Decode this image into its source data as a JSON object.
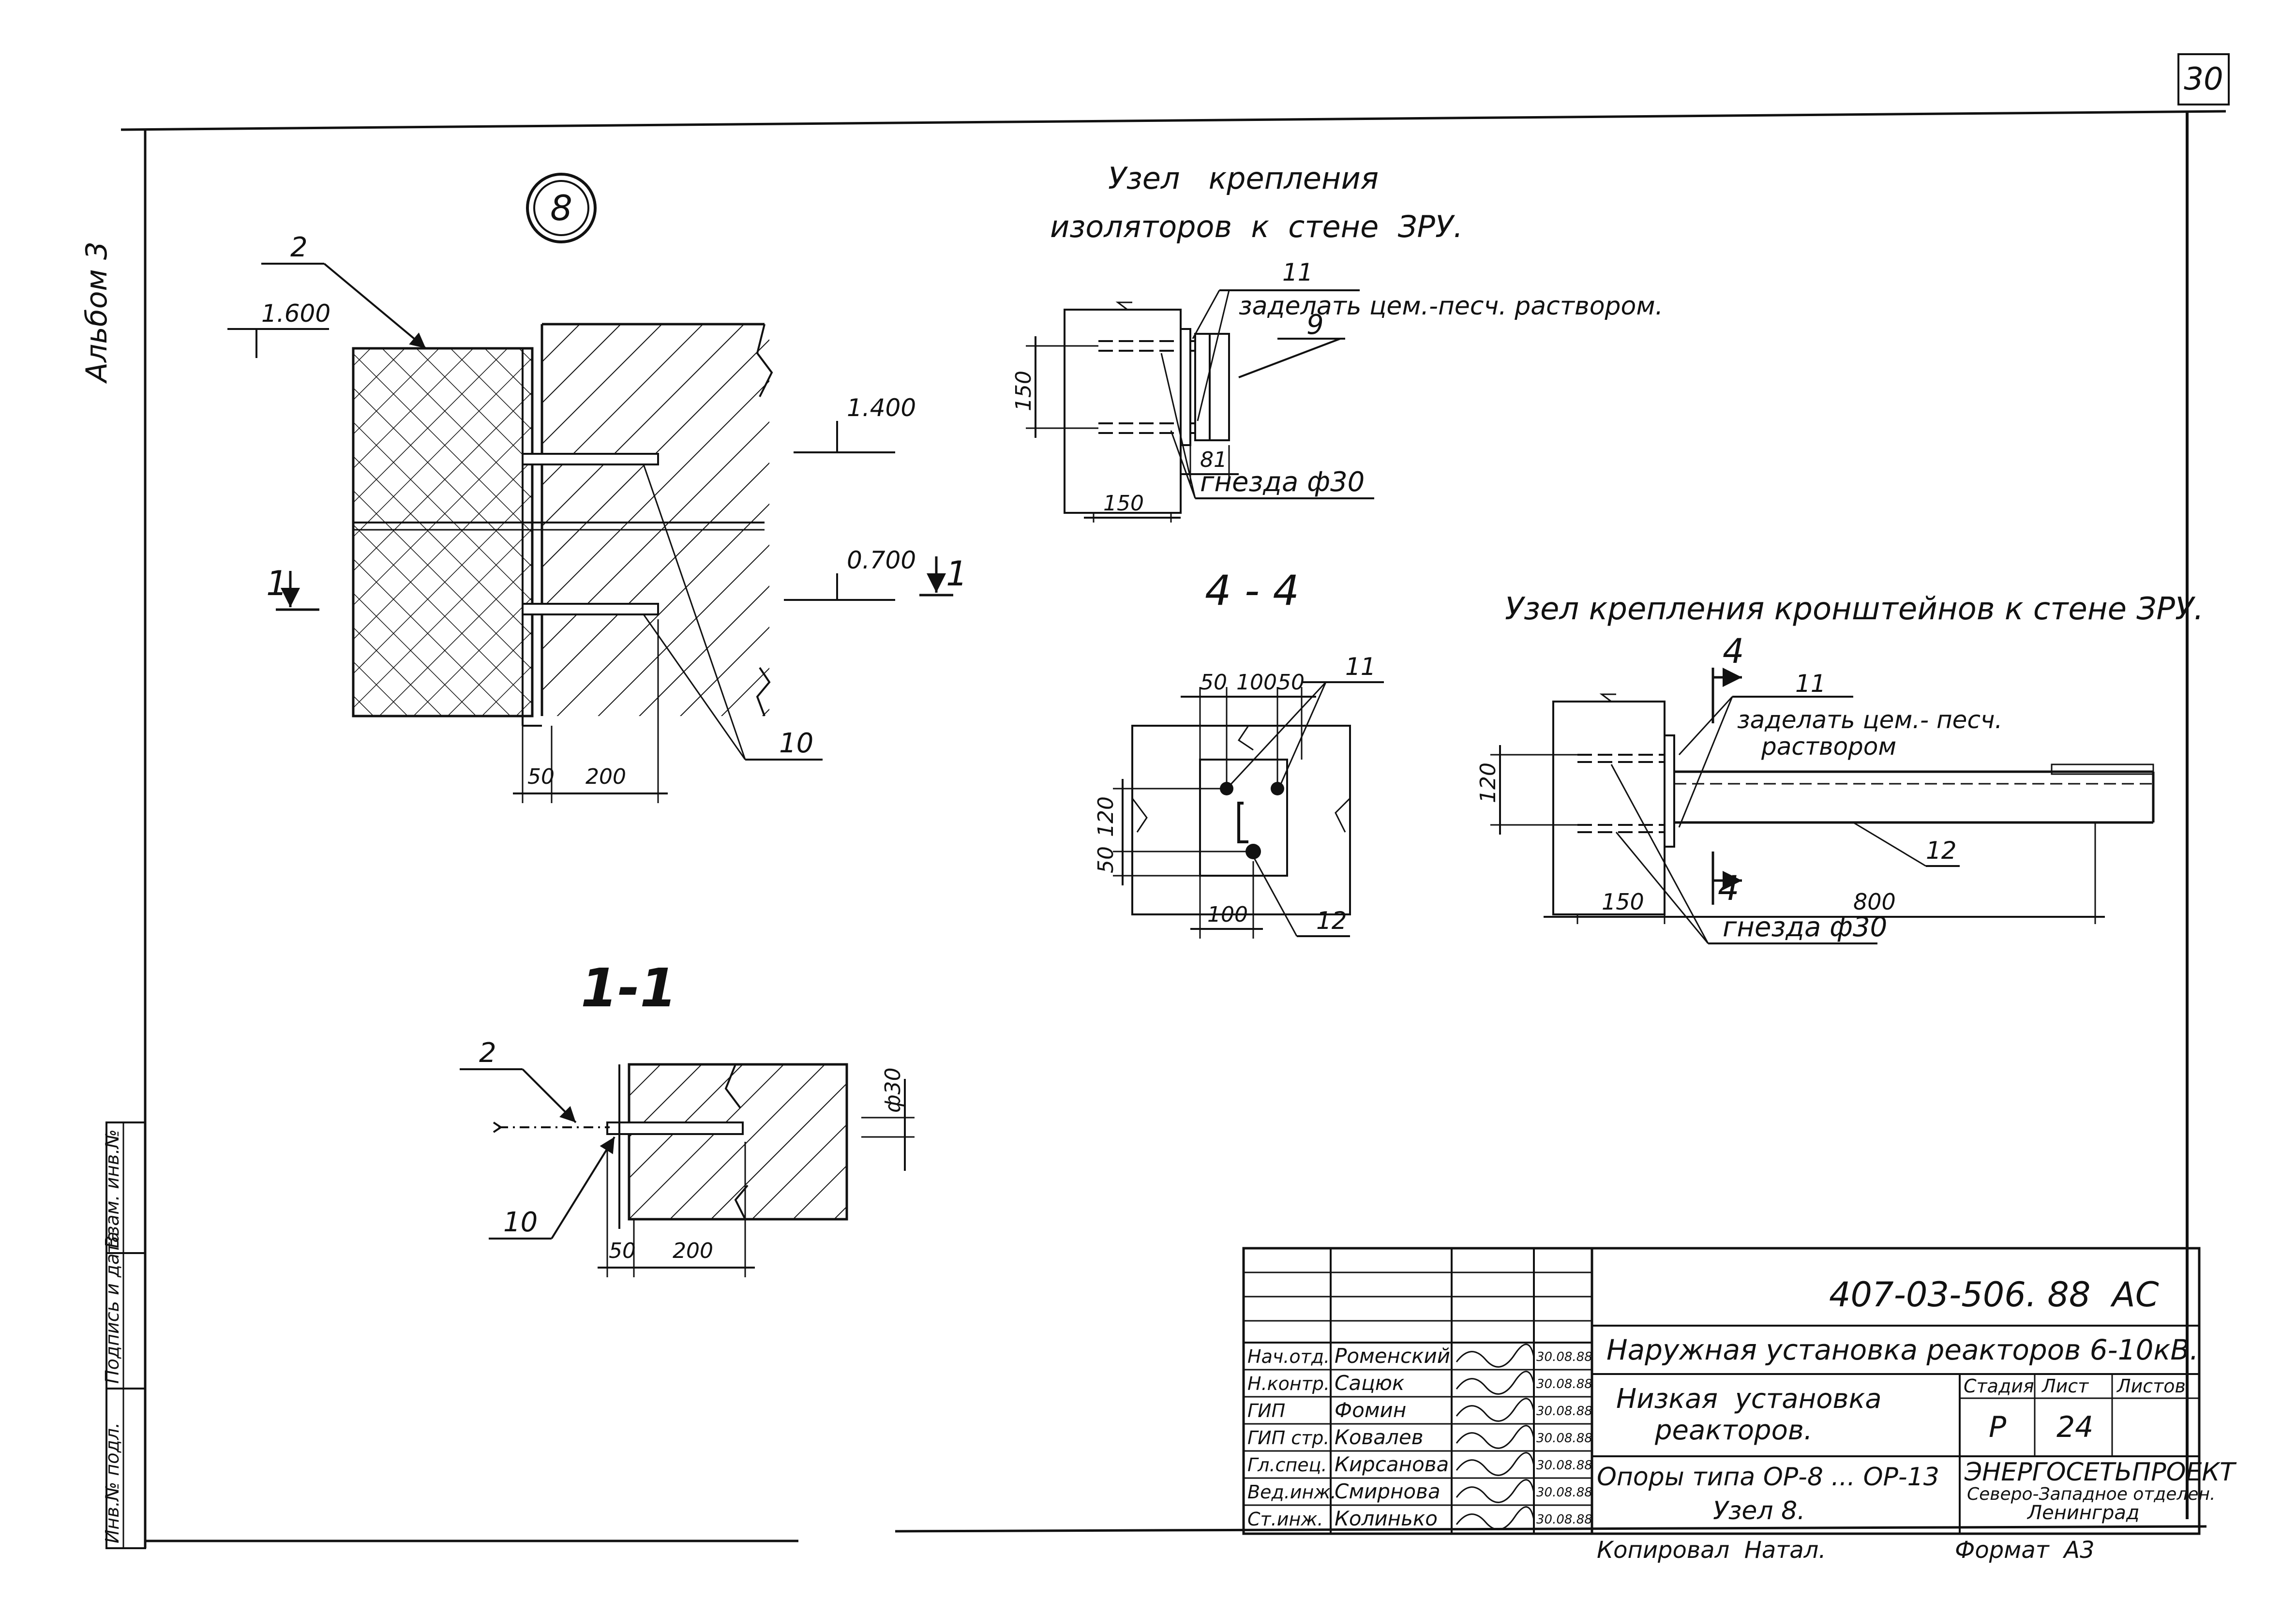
{
  "sheet": {
    "page_number": "30",
    "album_label": "Альбом 3",
    "side_stamp": {
      "inv_orig": "Инв.№ подл.",
      "sign_date": "Подпись и дата",
      "vzam": "Взам. инв.№"
    }
  },
  "node8": {
    "badge": "8",
    "lbl_2": "2",
    "lbl_10": "10",
    "elev_1600": "1.600",
    "elev_1400": "1.400",
    "elev_0700": "0.700",
    "cut_mark": "1",
    "dim_50": "50",
    "dim_200": "200"
  },
  "section_1_1": {
    "title": "1-1",
    "lbl_2": "2",
    "lbl_10": "10",
    "dim_phi30": "ф30",
    "dim_50": "50",
    "dim_200": "200"
  },
  "insulator_node": {
    "title_line1": "Узел   крепления",
    "title_line2": "изоляторов  к  стене  ЗРУ.",
    "lbl_11": "11",
    "note_mortar": "заделать цем.-песч. раствором.",
    "lbl_9": "9",
    "dim_150v": "150",
    "dim_81": "81",
    "dim_150h": "150",
    "sockets": "гнезда ф30"
  },
  "section_4_4": {
    "title": "4 - 4",
    "dim_top": [
      "50",
      "100",
      "50"
    ],
    "dim_120": "120",
    "dim_50": "50",
    "dim_100": "100",
    "lbl_11": "11",
    "lbl_12": "12"
  },
  "bracket_node": {
    "title": "Узел крепления кронштейнов к стене ЗРУ.",
    "cut_mark": "4",
    "lbl_11": "11",
    "note_mortar_1": "заделать цем.- песч.",
    "note_mortar_2": "раствором",
    "dim_120": "120",
    "lbl_12": "12",
    "dim_150": "150",
    "dim_800": "800",
    "sockets": "гнезда ф30"
  },
  "title_block": {
    "doc_code": "407-03-506. 88  АС",
    "project": "Наружная установка реакторов 6-10кВ.",
    "object_line1": "Низкая  установка",
    "object_line2": "реакторов.",
    "sheet_line1": "Опоры типа ОР-8 ... ОР-13",
    "sheet_line2": "Узел 8.",
    "head_stage": "Стадия",
    "head_sheet": "Лист",
    "head_sheets": "Листов",
    "stage": "Р",
    "sheet_no": "24",
    "org_line1": "ЭНЕРГОСЕТЬПРОЕКТ",
    "org_line2": "Северо-Западное отделен.",
    "org_line3": "Ленинград",
    "copied": "Копировал  Натал.",
    "format": "Формат  А3",
    "people": [
      {
        "role": "Нач.отд.",
        "name": "Роменский",
        "date": "30.08.88"
      },
      {
        "role": "Н.контр.",
        "name": "Сацюк",
        "date": "30.08.88"
      },
      {
        "role": "ГИП",
        "name": "Фомин",
        "date": "30.08.88"
      },
      {
        "role": "ГИП стр.",
        "name": "Ковалев",
        "date": "30.08.88"
      },
      {
        "role": "Гл.спец.",
        "name": "Кирсанова",
        "date": "30.08.88"
      },
      {
        "role": "Вед.инж.",
        "name": "Смирнова",
        "date": "30.08.88"
      },
      {
        "role": "Ст.инж.",
        "name": "Колинько",
        "date": "30.08.88"
      }
    ]
  }
}
